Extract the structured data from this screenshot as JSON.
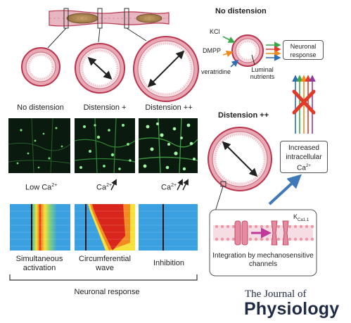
{
  "labels": {
    "no_distension": "No distension",
    "distension_plus": "Distension +",
    "distension_plusplus": "Distension ++",
    "low_ca": "Low Ca",
    "ca_sup": "2+",
    "ca_short": "Ca",
    "simultaneous": "Simultaneous activation",
    "circumferential": "Circumferential wave",
    "inhibition": "Inhibition",
    "neuronal_response_bottom": "Neuronal response",
    "no_distension_right": "No distension",
    "kcl": "KCl",
    "dmpp": "DMPP",
    "veratridine": "veratridine",
    "luminal_nutrients": "Luminal nutrients",
    "neuronal_response_box": "Neuronal response",
    "distension_pp_right": "Distension ++",
    "increased_ca": "Increased intracellular Ca",
    "integration": "Integration by mechanosensitive channels",
    "kca": "K",
    "kca_sub": "Ca1.1"
  },
  "logo": {
    "line1": "The Journal of",
    "line2": "Physiology"
  },
  "colors": {
    "tissue_ring": "#e9a7b4",
    "muscle_ring": "#b8344e",
    "lumen_pink": "#f3d6dc",
    "arrow_blue": "#3f79b8",
    "red_x": "#e03a2a",
    "green_arrow": "#3aa74a",
    "red_arrow": "#e23b2e",
    "orange_arrow": "#f08a1a",
    "blue_arrow": "#2f6db5",
    "purple_arrow": "#8e3aa0",
    "heat_blue": "#3ba0e0"
  }
}
